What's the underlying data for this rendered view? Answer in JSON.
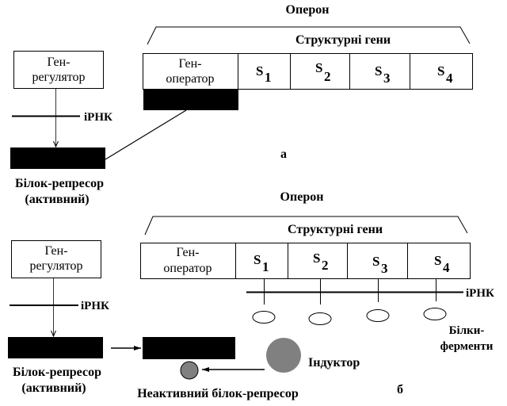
{
  "panel_a": {
    "operon_label": "Оперон",
    "structural_genes_label": "Структурні гени",
    "operator_line1": "Ген-",
    "operator_line2": "оператор",
    "genes": [
      {
        "letter": "S",
        "sub": "1"
      },
      {
        "letter": "S",
        "sub": "2"
      },
      {
        "letter": "S",
        "sub": "3"
      },
      {
        "letter": "S",
        "sub": "4"
      }
    ],
    "regulator_line1": "Ген-",
    "regulator_line2": "регулятор",
    "mrna_label": "іРНК",
    "repressor_line1": "Білок-репресор",
    "repressor_line2": "(активний)",
    "panel_label": "а"
  },
  "panel_b": {
    "operon_label": "Оперон",
    "structural_genes_label": "Структурні гени",
    "operator_line1": "Ген-",
    "operator_line2": "оператор",
    "genes": [
      {
        "letter": "S",
        "sub": "1"
      },
      {
        "letter": "S",
        "sub": "2"
      },
      {
        "letter": "S",
        "sub": "3"
      },
      {
        "letter": "S",
        "sub": "4"
      }
    ],
    "regulator_line1": "Ген-",
    "regulator_line2": "регулятор",
    "mrna_label": "іРНК",
    "mrna_label_right": "іРНК",
    "repressor_line1": "Білок-репресор",
    "repressor_line2": "(активний)",
    "enzymes_line1": "Білки-",
    "enzymes_line2": "ферменти",
    "inducer_label": "Індуктор",
    "inactive_repressor_label": "Неактивний білок-репресор",
    "panel_label": "б"
  },
  "colors": {
    "repressor": "#000000",
    "inducer": "#808080"
  }
}
